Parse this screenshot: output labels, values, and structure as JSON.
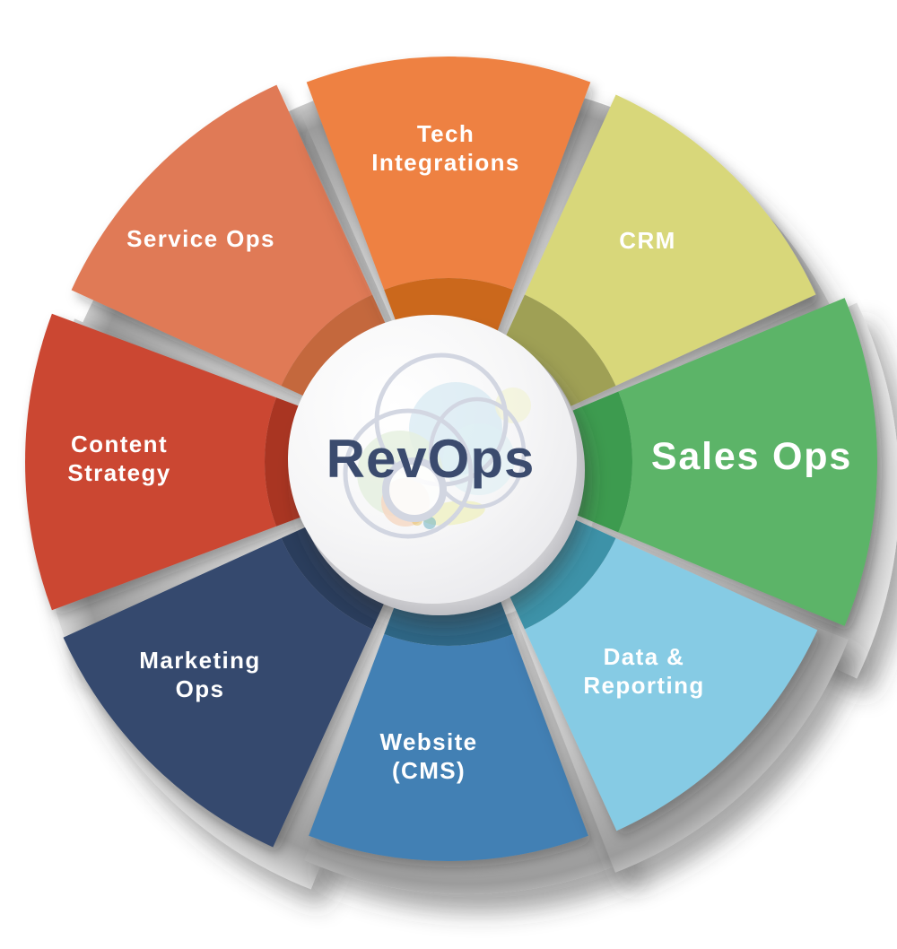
{
  "background": "#ffffff",
  "label_color": "#FFFFFF",
  "center": {
    "label": "RevOps",
    "text_color": "#3B4B6E",
    "face_color": "#F6F6F7",
    "logo": {
      "stroke": "#C9CEDC",
      "blue": "#CFE6F0",
      "light_blue": "#D9EEF4",
      "green": "#E0EDD8",
      "peach": "#F6D2B8",
      "yellow": "#EEF0BC",
      "pale_yellow": "#F1F2CD",
      "teal_accent": "#4AA0B5",
      "gold_accent": "#E0B33C"
    }
  },
  "segments": [
    {
      "id": "tech-integrations",
      "label": "Tech Integrations",
      "lines": [
        "Tech",
        "Integrations"
      ],
      "color": "#EE8142",
      "inner_color": "#CB671F"
    },
    {
      "id": "crm",
      "label": "CRM",
      "lines": [
        "CRM"
      ],
      "color": "#D8D77A",
      "inner_color": "#9FA055"
    },
    {
      "id": "sales-ops",
      "label": "Sales Ops",
      "lines": [
        "Sales Ops"
      ],
      "color": "#5BB467",
      "inner_color": "#3E9B50",
      "emphasis": true
    },
    {
      "id": "data-reporting",
      "label": "Data & Reporting",
      "lines": [
        "Data &",
        "Reporting"
      ],
      "color": "#86CBE4",
      "inner_color": "#3E92A8"
    },
    {
      "id": "website-cms",
      "label": "Website (CMS)",
      "lines": [
        "Website",
        "(CMS)"
      ],
      "color": "#4380B4",
      "inner_color": "#2F6685"
    },
    {
      "id": "marketing-ops",
      "label": "Marketing Ops",
      "lines": [
        "Marketing",
        "Ops"
      ],
      "color": "#35496E",
      "inner_color": "#2A3C5B"
    },
    {
      "id": "content-strategy",
      "label": "Content Strategy",
      "lines": [
        "Content",
        "Strategy"
      ],
      "color": "#CB4733",
      "inner_color": "#A93421"
    },
    {
      "id": "service-ops",
      "label": "Service Ops",
      "lines": [
        "Service Ops"
      ],
      "color": "#E07A56",
      "inner_color": "#C4673E"
    }
  ]
}
